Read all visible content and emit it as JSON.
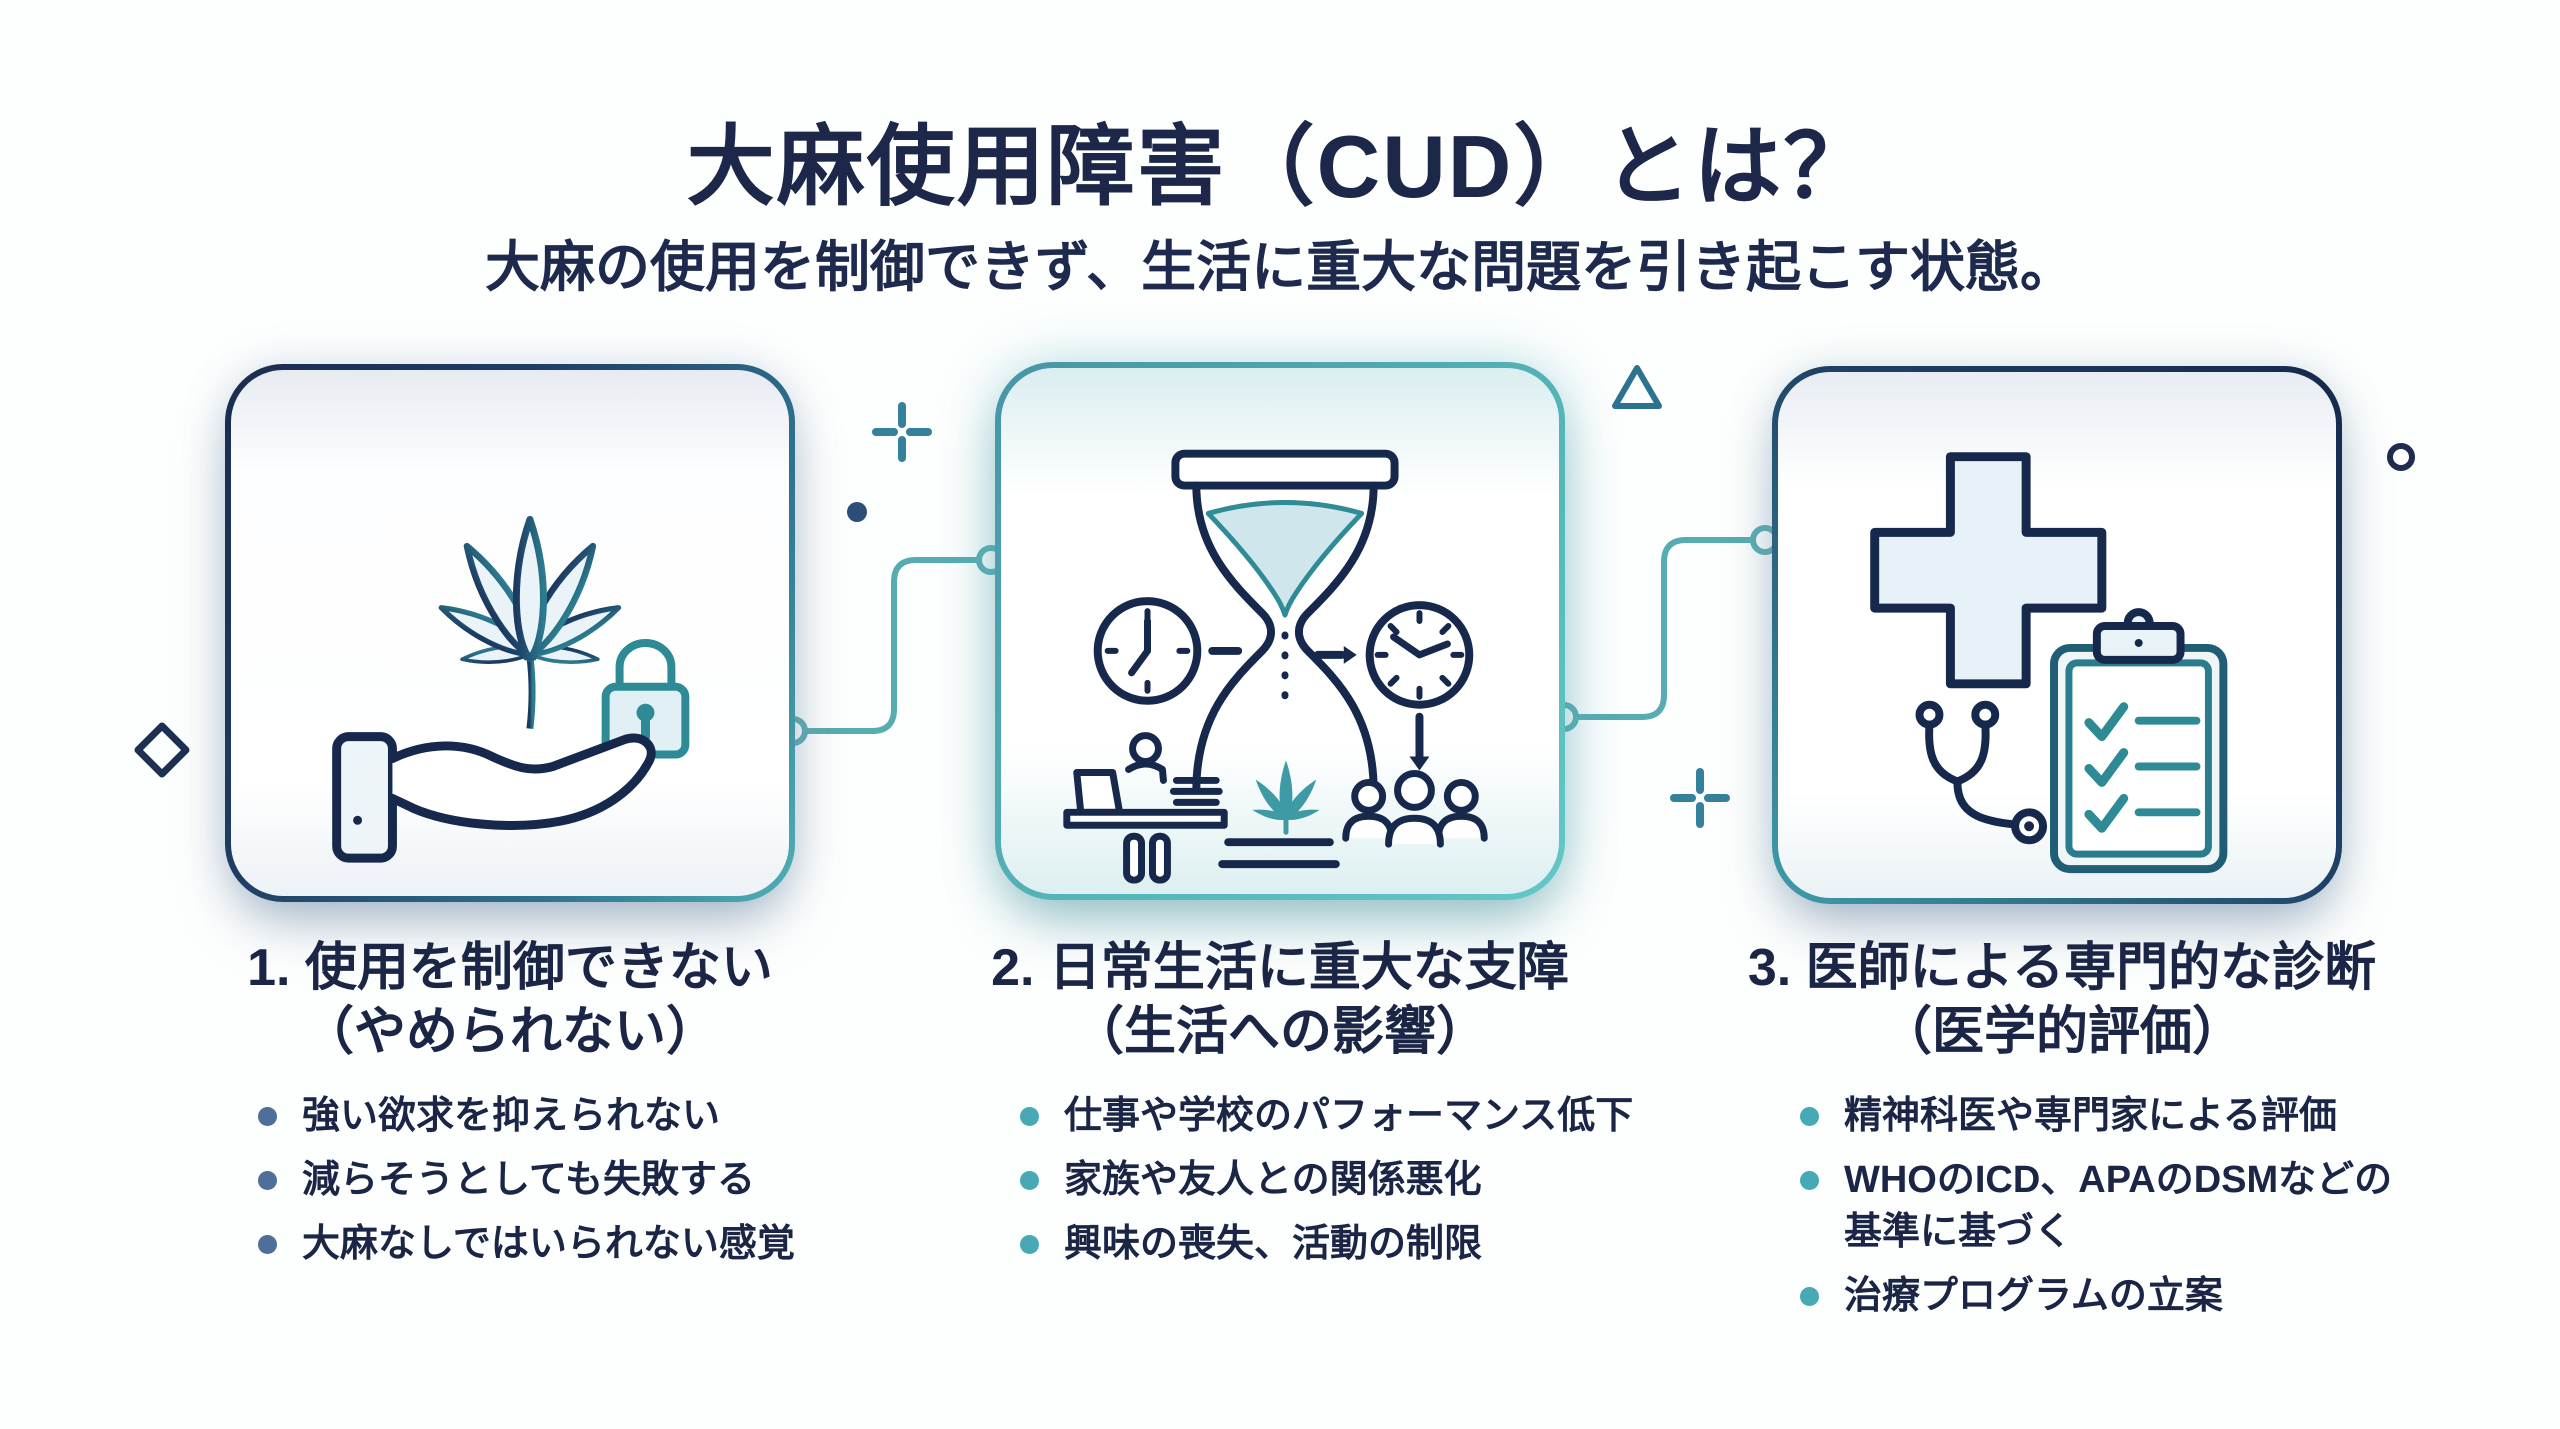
{
  "header": {
    "title": "大麻使用障害（CUD）とは？",
    "subtitle": "大麻の使用を制御できず、生活に重大な問題を引き起こす状態。"
  },
  "colors": {
    "text_navy": "#1c2749",
    "icon_navy": "#16294d",
    "icon_teal": "#2e8a95",
    "connector_teal": "#57acb1",
    "card1_border_start": "#1a2c50",
    "card1_border_end": "#4fb0b6",
    "card2_border": "#54b4b8",
    "card3_border_start": "#16294d",
    "card3_border_end": "#3f9dab",
    "bullet_dot_card1": "#4e6f99",
    "bullet_dot_card23": "#47a9b3"
  },
  "cards": [
    {
      "icon": "hand-holding-cannabis-leaf-with-lock-icon",
      "heading_line1": "1. 使用を制御できない",
      "heading_line2": "（やめられない）",
      "accent": "#4e6f99",
      "bullets": [
        "強い欲求を抑えられない",
        "減らそうとしても失敗する",
        "大麻なしではいられない感覚"
      ]
    },
    {
      "icon": "hourglass-clocks-daily-life-icon",
      "heading_line1": "2. 日常生活に重大な支障",
      "heading_line2": "（生活への影響）",
      "accent": "#47a9b3",
      "bullets": [
        "仕事や学校のパフォーマンス低下",
        "家族や友人との関係悪化",
        "興味の喪失、活動の制限"
      ]
    },
    {
      "icon": "medical-cross-stethoscope-clipboard-icon",
      "heading_line1": "3. 医師による専門的な診断",
      "heading_line2": "（医学的評価）",
      "accent": "#47a9b3",
      "bullets": [
        "精神科医や専門家による評価",
        "WHOのICD、APAのDSMなどの\n基準に基づく",
        "治療プログラムの立案"
      ]
    }
  ],
  "decorations": [
    "plus-sparkle-icon",
    "dot-icon",
    "triangle-icon",
    "plus-sparkle-icon",
    "diamond-icon",
    "circle-icon",
    "connector-line-1",
    "connector-line-2"
  ]
}
